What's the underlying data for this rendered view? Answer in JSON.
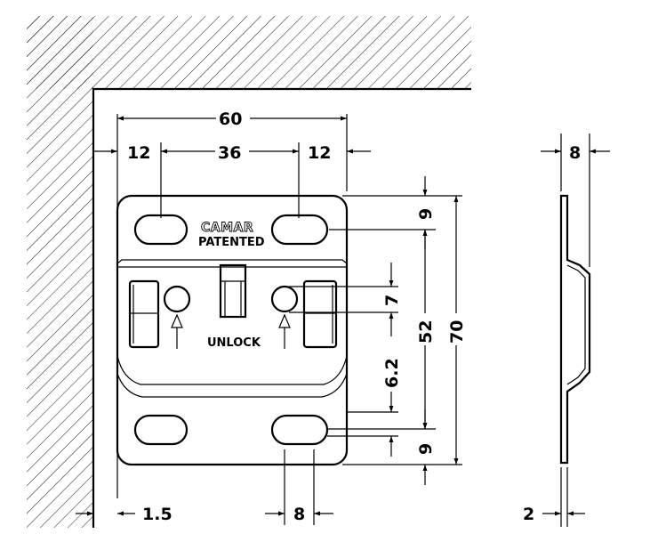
{
  "diagram": {
    "brand": "CAMAR",
    "patent_label": "PATENTED",
    "unlock_label": "UNLOCK",
    "dimensions": {
      "total_width": "60",
      "left_margin": "12",
      "slot_spacing": "36",
      "right_margin": "12",
      "wall_gap": "1.5",
      "slot_width": "8",
      "top_offset": "9",
      "hole_height": "7",
      "lower_offset": "6.2",
      "middle_height": "52",
      "total_height": "70",
      "bottom_offset": "9",
      "side_depth": "8",
      "plate_thickness": "2"
    }
  }
}
